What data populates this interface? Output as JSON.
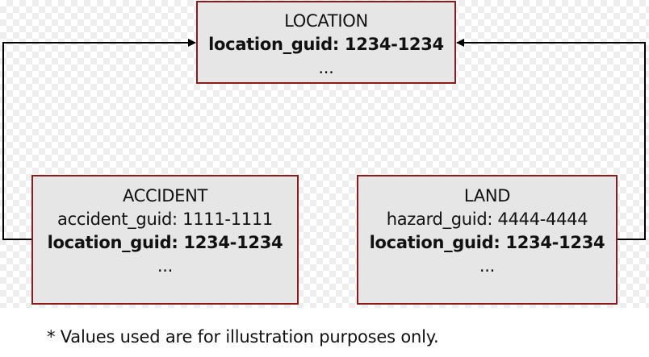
{
  "diagram": {
    "entities": {
      "location": {
        "title": "LOCATION",
        "fields": [
          "location_guid: 1234-1234"
        ],
        "ellipsis": "..."
      },
      "accident": {
        "title": "ACCIDENT",
        "fields": [
          "accident_guid: 1111-1111",
          "location_guid: 1234-1234"
        ],
        "ellipsis": "..."
      },
      "land": {
        "title": "LAND",
        "fields": [
          "hazard_guid: 4444-4444",
          "location_guid: 1234-1234"
        ],
        "ellipsis": "..."
      }
    },
    "relationships": [
      {
        "from": "ACCIDENT",
        "to": "LOCATION",
        "via": "location_guid"
      },
      {
        "from": "LAND",
        "to": "LOCATION",
        "via": "location_guid"
      }
    ],
    "colors": {
      "box_fill": "#e6e6e6",
      "box_border": "#8b1a1a",
      "connector": "#000000"
    }
  },
  "footnote": "* Values used are for illustration purposes only."
}
